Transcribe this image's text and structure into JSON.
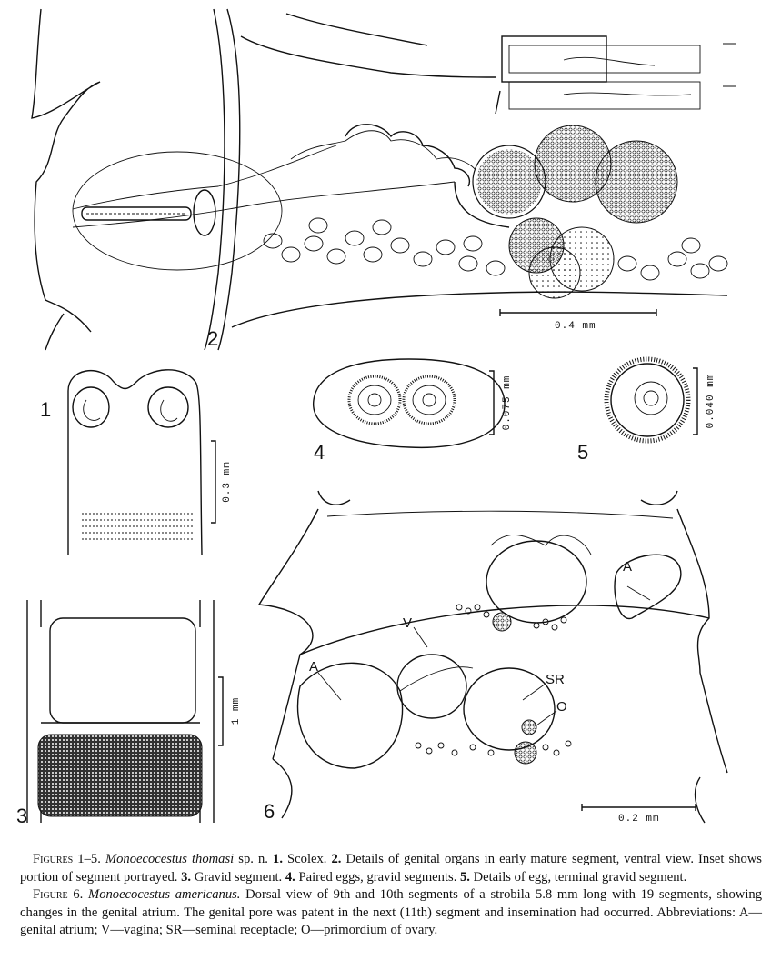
{
  "figures": {
    "fig1": {
      "label": "1",
      "scale": "0.3 mm"
    },
    "fig2": {
      "label": "2",
      "scale": "0.4 mm"
    },
    "fig3": {
      "label": "3",
      "scale": "1 mm"
    },
    "fig4": {
      "label": "4",
      "scale": "0.075 mm"
    },
    "fig5": {
      "label": "5",
      "scale": "0.040 mm"
    },
    "fig6": {
      "label": "6",
      "scale": "0.2 mm",
      "abbr": {
        "a1": "A",
        "a2": "A",
        "v": "V",
        "sr": "SR",
        "o": "O"
      }
    }
  },
  "caption": {
    "p1": {
      "head": "Figures 1–5.",
      "species": "Monoecocestus thomasi",
      "sp": "sp. n.",
      "n1": "1.",
      "t1": "Scolex.",
      "n2": "2.",
      "t2": "Details of genital organs in early mature segment, ventral view. Inset shows portion of segment portrayed.",
      "n3": "3.",
      "t3": "Gravid segment.",
      "n4": "4.",
      "t4": "Paired eggs, gravid segments.",
      "n5": "5.",
      "t5": "Details of egg, terminal gravid segment."
    },
    "p2": {
      "head": "Figure 6.",
      "species": "Monoecocestus americanus.",
      "text": "Dorsal view of 9th and 10th segments of a strobila 5.8 mm long with 19 segments, showing changes in the genital atrium. The genital pore was patent in the next (11th) segment and insemination had occurred. Abbreviations: A—genital atrium; V—vagina; SR—seminal receptacle; O—primordium of ovary."
    }
  }
}
